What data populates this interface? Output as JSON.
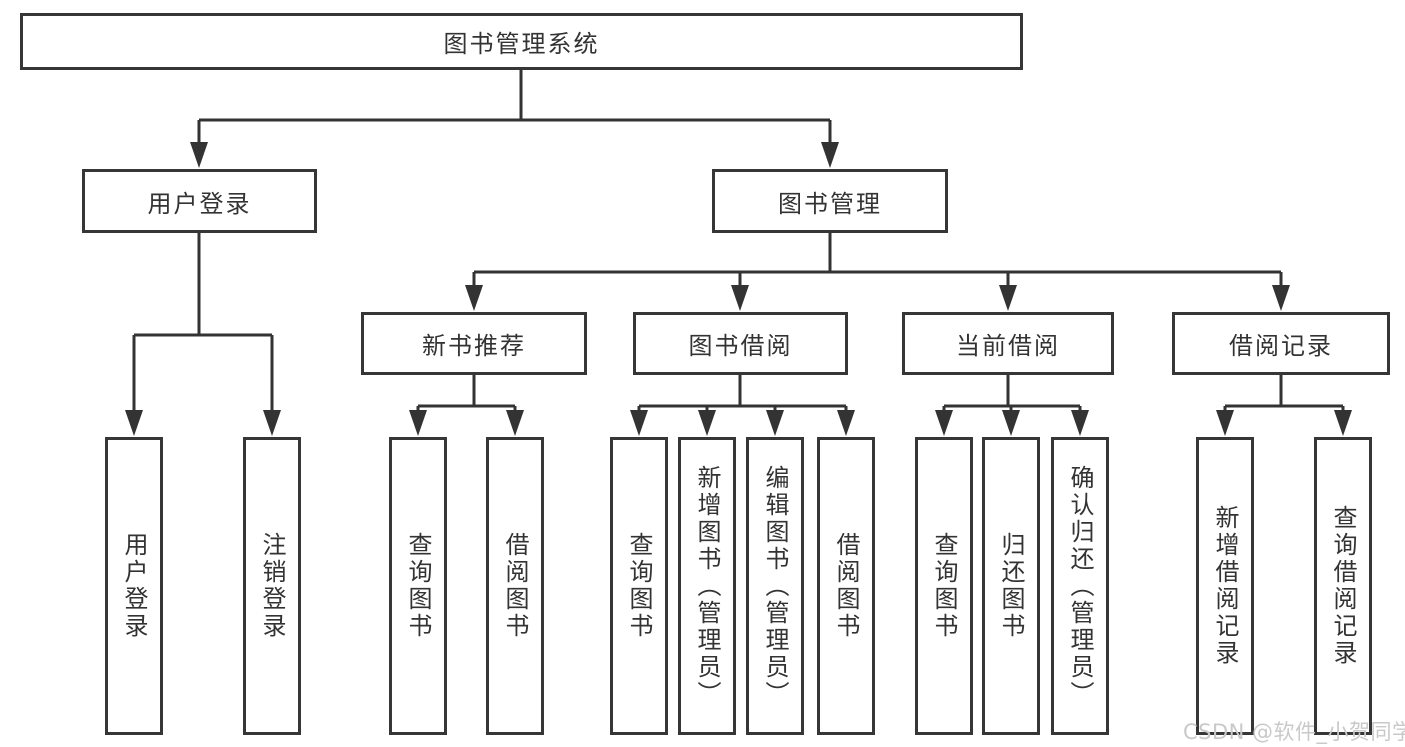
{
  "tree": {
    "label": "图书管理系统",
    "children": [
      {
        "label": "用户登录",
        "children": [
          {
            "label": "用户登录"
          },
          {
            "label": "注销登录"
          }
        ]
      },
      {
        "label": "图书管理",
        "children": [
          {
            "label": "新书推荐",
            "children": [
              {
                "label": "查询图书"
              },
              {
                "label": "借阅图书"
              }
            ]
          },
          {
            "label": "图书借阅",
            "children": [
              {
                "label": "查询图书"
              },
              {
                "label": "新增图书（管理员）"
              },
              {
                "label": "编辑图书（管理员）"
              },
              {
                "label": "借阅图书"
              }
            ]
          },
          {
            "label": "当前借阅",
            "children": [
              {
                "label": "查询图书"
              },
              {
                "label": "归还图书"
              },
              {
                "label": "确认归还（管理员）"
              }
            ]
          },
          {
            "label": "借阅记录",
            "children": [
              {
                "label": "新增借阅记录"
              },
              {
                "label": "查询借阅记录"
              }
            ]
          }
        ]
      }
    ]
  },
  "watermark": "CSDN @软件_小贺同学",
  "colors": {
    "line": "#333333",
    "box_border": "#363636",
    "text": "#333333",
    "watermark": "#c9c9c9",
    "background": "#ffffff"
  }
}
